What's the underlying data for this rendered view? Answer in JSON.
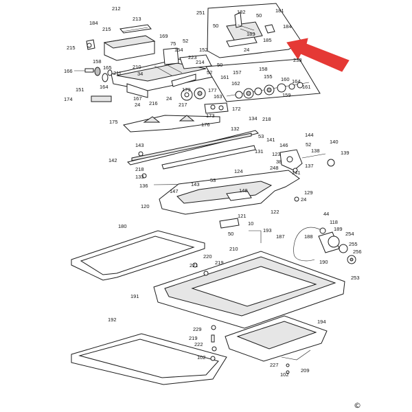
{
  "diagram": {
    "copyright_symbol": "©",
    "arrow_color": "#e53935",
    "callouts": [
      "212",
      "213",
      "184",
      "215",
      "215",
      "158",
      "165",
      "166",
      "164",
      "210",
      "211",
      "34",
      "169",
      "75",
      "154",
      "52",
      "152",
      "223",
      "214",
      "50",
      "52",
      "151",
      "167",
      "24",
      "216",
      "179",
      "217",
      "177",
      "24",
      "162",
      "172",
      "174",
      "175",
      "173",
      "176",
      "251",
      "182",
      "50",
      "181",
      "50",
      "183",
      "184",
      "185",
      "24",
      "238",
      "161",
      "157",
      "158",
      "155",
      "164",
      "160",
      "159",
      "161",
      "163",
      "134",
      "218",
      "132",
      "53",
      "141",
      "144",
      "52",
      "146",
      "123",
      "138",
      "140",
      "139",
      "38",
      "137",
      "143",
      "142",
      "131",
      "133",
      "218",
      "124",
      "248",
      "141",
      "136",
      "53",
      "143",
      "147",
      "148",
      "129",
      "24",
      "120",
      "122",
      "121",
      "10",
      "50",
      "193",
      "187",
      "44",
      "118",
      "189",
      "188",
      "254",
      "255",
      "190",
      "256",
      "253",
      "180",
      "210",
      "220",
      "221",
      "219",
      "191",
      "192",
      "194",
      "229",
      "219",
      "222",
      "102",
      "227",
      "102",
      "209"
    ]
  }
}
